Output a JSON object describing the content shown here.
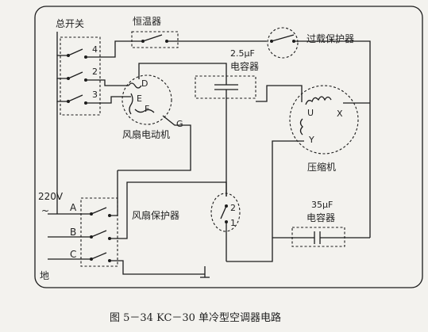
{
  "labels": {
    "main_switch": "总开关",
    "thermostat": "恒温器",
    "overload": "过载保护器",
    "cap_run_value": "2.5μF",
    "cap_run_name": "电容器",
    "fan_motor": "风扇电动机",
    "compressor": "压缩机",
    "fan_protector": "风扇保护器",
    "cap_comp_value": "35μF",
    "cap_comp_name": "电容器",
    "voltage": "220V",
    "ac_symbol": "~",
    "ground": "地",
    "caption": "图 5－34   KC－30 单冷型空调器电路"
  },
  "switch_terminals": [
    "4",
    "2",
    "3"
  ],
  "fan_terminals": [
    "D",
    "E",
    "F",
    "G"
  ],
  "compressor_terminals": [
    "U",
    "X",
    "Y"
  ],
  "fan_protector_terminals": [
    "2",
    "1"
  ],
  "supply_lines": [
    "A",
    "B",
    "C"
  ]
}
